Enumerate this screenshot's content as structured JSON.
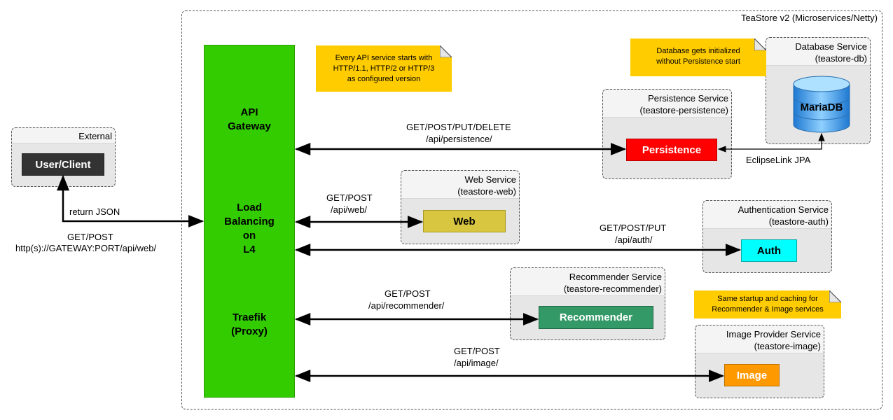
{
  "container": {
    "title": "TeaStore v2 (Microservices/Netty)"
  },
  "external": {
    "title": "External",
    "client": "User/Client"
  },
  "client_link": {
    "return": "return JSON",
    "request_line1": "GET/POST",
    "request_line2": "http(s)://GATEWAY:PORT/api/web/"
  },
  "gateway": {
    "api_line1": "API",
    "api_line2": "Gateway",
    "lb_line1": "Load",
    "lb_line2": "Balancing",
    "lb_line3": "on",
    "lb_line4": "L4",
    "proxy_line1": "Traefik",
    "proxy_line2": "(Proxy)"
  },
  "notes": {
    "api_line1": "Every API service starts with",
    "api_line2": "HTTP/1.1, HTTP/2 or HTTP/3",
    "api_line3": "as configured version",
    "db_line1": "Database gets initialized",
    "db_line2": "without Persistence start",
    "cache_line1": "Same startup and caching for",
    "cache_line2": "Recommender & Image services"
  },
  "database": {
    "title_line1": "Database Service",
    "title_line2": "(teastore-db)",
    "component": "MariaDB"
  },
  "persistence": {
    "title_line1": "Persistence Service",
    "title_line2": "(teastore-persistence)",
    "component": "Persistence",
    "route_line1": "GET/POST/PUT/DELETE",
    "route_line2": "/api/persistence/",
    "jpa": "EclipseLink JPA"
  },
  "web": {
    "title_line1": "Web Service",
    "title_line2": "(teastore-web)",
    "component": "Web",
    "route_line1": "GET/POST",
    "route_line2": "/api/web/"
  },
  "auth": {
    "title_line1": "Authentication Service",
    "title_line2": "(teastore-auth)",
    "component": "Auth",
    "route_line1": "GET/POST/PUT",
    "route_line2": "/api/auth/"
  },
  "recommender": {
    "title_line1": "Recommender Service",
    "title_line2": "(teastore-recommender)",
    "component": "Recommender",
    "route_line1": "GET/POST",
    "route_line2": "/api/recommender/"
  },
  "image": {
    "title_line1": "Image Provider Service",
    "title_line2": "(teastore-image)",
    "component": "Image",
    "route_line1": "GET/POST",
    "route_line2": "/api/image/"
  },
  "colors": {
    "gateway": "#33cc00",
    "persistence": "#ff0000",
    "web": "#d9c640",
    "auth": "#00ffff",
    "recommender": "#339966",
    "image": "#ff9900",
    "note": "#ffcc00",
    "client": "#333333"
  }
}
